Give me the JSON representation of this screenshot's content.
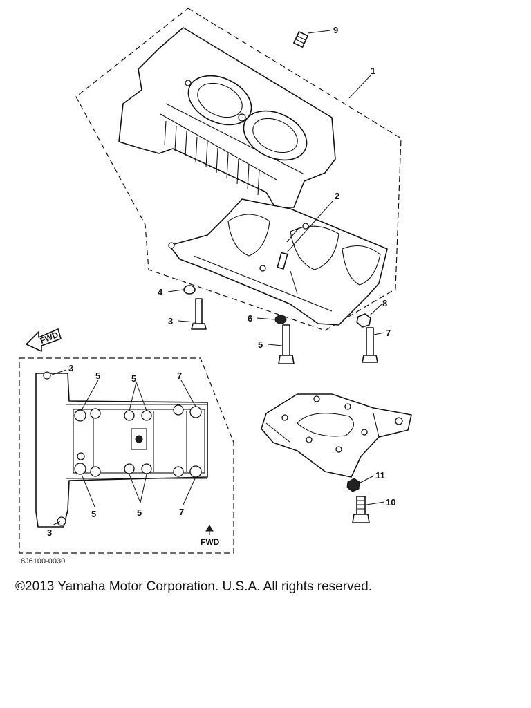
{
  "diagram": {
    "callouts": {
      "main": [
        "1",
        "2",
        "3",
        "4",
        "5",
        "6",
        "7",
        "8",
        "9"
      ],
      "inset": {
        "c3a": "3",
        "c3b": "3",
        "c5a": "5",
        "c5b": "5",
        "c5c": "5",
        "c5d": "5",
        "c7a": "7",
        "c7b": "7"
      },
      "bracket": [
        "10",
        "11"
      ]
    },
    "fwd_main": "FWD",
    "fwd_inset": "FWD",
    "drawing_code": "8J6100-0030"
  },
  "footer": {
    "copyright": "©2013 Yamaha Motor Corporation. U.S.A. All rights reserved."
  }
}
